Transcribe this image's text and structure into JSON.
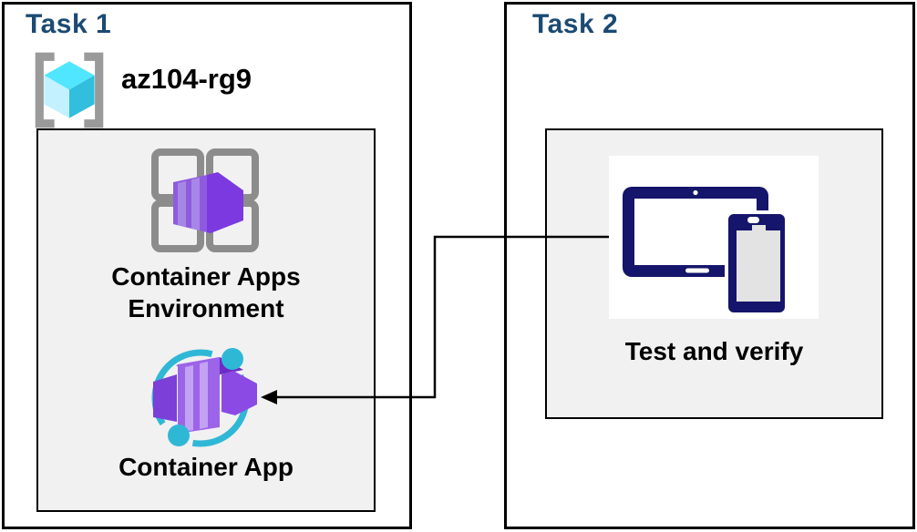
{
  "task1": {
    "title": "Task 1",
    "resource_group": {
      "name": "az104-rg9",
      "icon": "resource-group-icon"
    },
    "environment": {
      "label": "Container Apps Environment",
      "icon": "container-apps-environment-icon"
    },
    "container_app": {
      "label": "Container App",
      "icon": "container-app-icon"
    }
  },
  "task2": {
    "title": "Task 2",
    "test": {
      "label": "Test and verify",
      "icon": "tablet-phone-icon"
    }
  },
  "connector": {
    "style": "elbow",
    "arrowhead": "left",
    "from": "tablet-phone-icon",
    "to": "container-app-icon"
  },
  "colors": {
    "task_title": "#1B4A72",
    "box_border": "#000000",
    "panel_bg": "#F1F1F1",
    "panel_border": "#000000",
    "label_text": "#000000",
    "connector_line": "#000000",
    "azure_cyan": "#2FB8D6",
    "resource_cube_top": "#50E6FF",
    "resource_cube_left": "#C3F1FF",
    "resource_cube_right": "#32BEDD",
    "bracket_gray": "#9A9A9A",
    "grid_gray": "#8C8C8C",
    "purple_front": "#8E5BDF",
    "purple_bright": "#7C39DF",
    "purple_dark": "#6C2BC6",
    "purple_stripe": "#C3A2F4",
    "device_navy": "#15156B",
    "phone_screen": "#E3E3E3"
  }
}
